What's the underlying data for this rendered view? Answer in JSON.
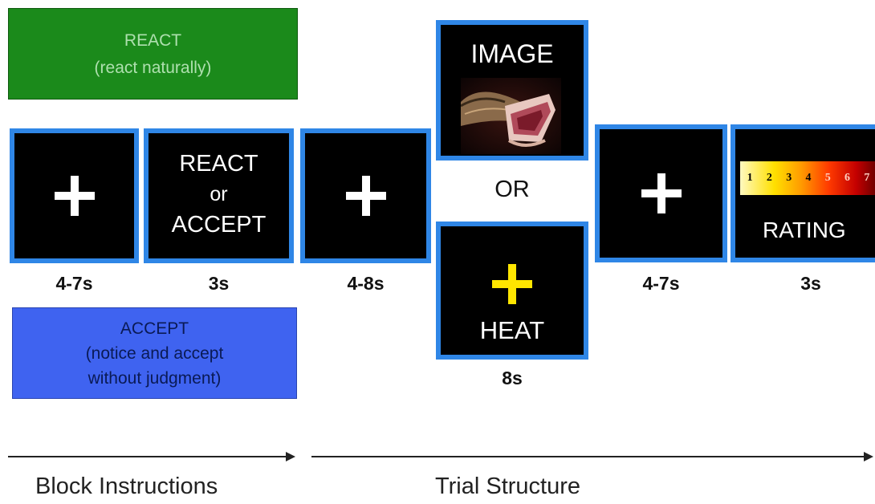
{
  "react_box": {
    "title": "REACT",
    "subtitle": "(react naturally)",
    "color": "#1b8a1b"
  },
  "accept_box": {
    "title": "ACCEPT",
    "line2": "(notice and accept",
    "line3": "without judgment)",
    "color": "#3f63f0"
  },
  "screens": {
    "fixation_1": {
      "symbol": "+",
      "duration": "4-7s"
    },
    "instruction": {
      "line1": "REACT",
      "line2": "or",
      "line3": "ACCEPT",
      "duration": "3s"
    },
    "fixation_2": {
      "symbol": "+",
      "duration": "4-8s"
    },
    "image": {
      "label": "IMAGE",
      "picture": "open-mouthed snake photo"
    },
    "or_label": "OR",
    "heat": {
      "symbol": "+",
      "label": "HEAT",
      "duration": "8s"
    },
    "fixation_3": {
      "symbol": "+",
      "duration": "4-7s"
    },
    "rating": {
      "scale": [
        "1",
        "2",
        "3",
        "4",
        "5",
        "6",
        "7"
      ],
      "label": "RATING",
      "duration": "3s"
    }
  },
  "footer": {
    "block_instructions": "Block Instructions",
    "trial_structure": "Trial Structure"
  },
  "colors": {
    "screen_border": "#2f86e6",
    "cross": "#ffffff",
    "heat_cross": "#ffe600"
  }
}
